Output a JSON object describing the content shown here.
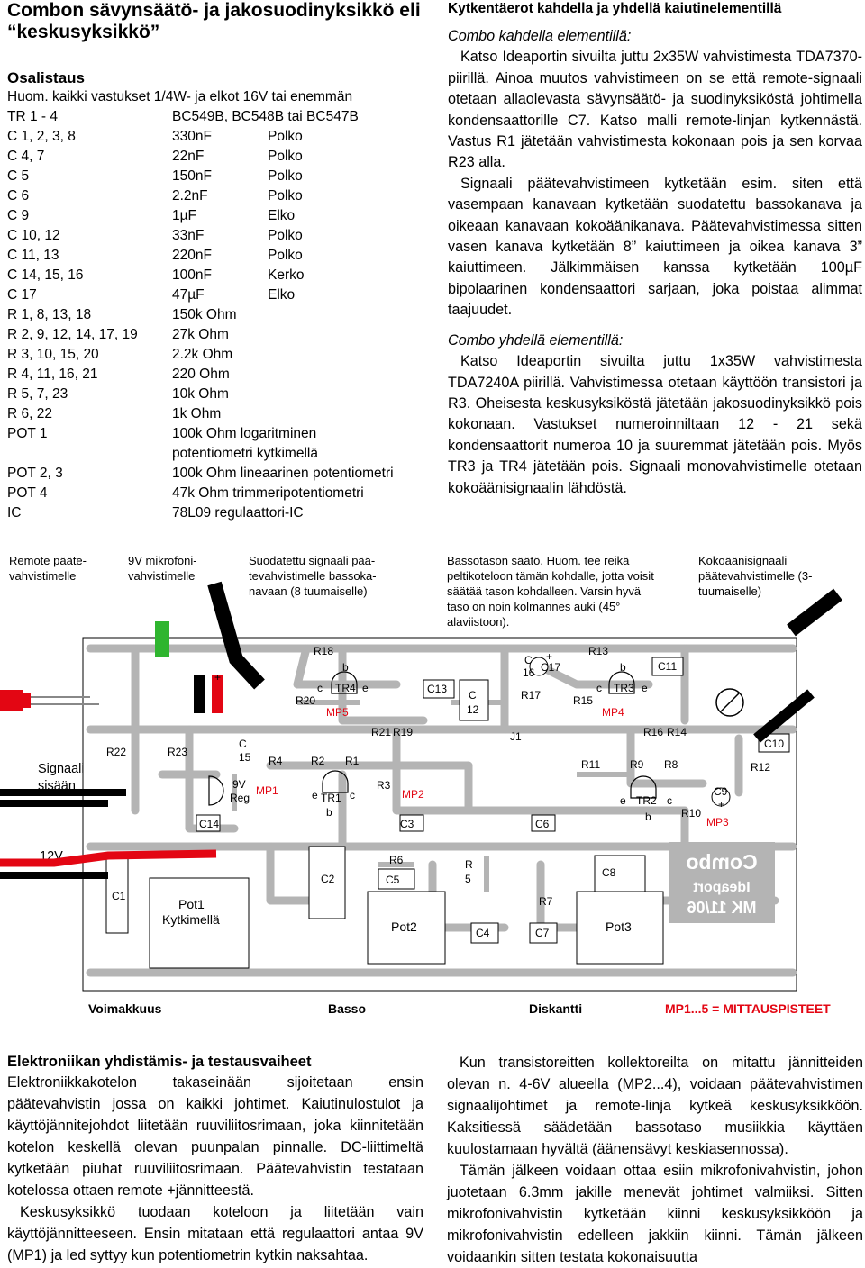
{
  "title": "Combon sävynsäätö- ja jakosuodinyksikkö eli “keskusyksikkö”",
  "parts_list": {
    "heading": "Osalistaus",
    "note": "Huom. kaikki vastukset 1/4W- ja elkot  16V  tai enemmän",
    "rows": [
      {
        "ref": "TR 1 - 4",
        "value": "BC549B, BC548B tai BC547B",
        "type": ""
      },
      {
        "ref": "C 1, 2, 3, 8",
        "value": "330nF",
        "type": "Polko"
      },
      {
        "ref": "C 4, 7",
        "value": "22nF",
        "type": "Polko"
      },
      {
        "ref": "C 5",
        "value": "150nF",
        "type": "Polko"
      },
      {
        "ref": "C 6",
        "value": "2.2nF",
        "type": "Polko"
      },
      {
        "ref": "C 9",
        "value": "1µF",
        "type": "Elko"
      },
      {
        "ref": "C 10, 12",
        "value": "33nF",
        "type": "Polko"
      },
      {
        "ref": "C 11, 13",
        "value": "220nF",
        "type": "Polko"
      },
      {
        "ref": "C 14, 15, 16",
        "value": "100nF",
        "type": "Kerko"
      },
      {
        "ref": "C 17",
        "value": "47µF",
        "type": "Elko"
      },
      {
        "ref": "R 1, 8, 13, 18",
        "value": "150k Ohm",
        "type": ""
      },
      {
        "ref": "R 2, 9, 12, 14, 17, 19",
        "value": "27k Ohm",
        "type": ""
      },
      {
        "ref": "R 3, 10, 15, 20",
        "value": "2.2k Ohm",
        "type": ""
      },
      {
        "ref": "R 4, 11, 16, 21",
        "value": "220 Ohm",
        "type": ""
      },
      {
        "ref": "R 5, 7, 23",
        "value": "10k Ohm",
        "type": ""
      },
      {
        "ref": "R 6, 22",
        "value": "1k Ohm",
        "type": ""
      },
      {
        "ref": "POT 1",
        "value": "100k Ohm logaritminen",
        "value2": "potentiometri kytkimellä",
        "type": ""
      },
      {
        "ref": "POT 2, 3",
        "value": "100k Ohm lineaarinen potentiometri",
        "type": ""
      },
      {
        "ref": "POT 4",
        "value": "47k Ohm trimmeripotentiometri",
        "type": ""
      },
      {
        "ref": "IC",
        "value": "78L09 regulaattori-IC",
        "type": ""
      }
    ]
  },
  "right_column": {
    "heading": "Kytkentäerot kahdella ja yhdellä kaiutinelementillä",
    "sub1": "Combo kahdella elementillä:",
    "para1": "Katso Ideaportin sivuilta juttu 2x35W vahvistimesta TDA7370-piirillä. Ainoa muutos vahvistimeen on se että remote-signaali otetaan allaolevasta sävynsäätö- ja suodinyksiköstä johtimella kondensaattorille C7. Katso malli remote-linjan kytkennästä. Vastus R1 jätetään vahvistimesta kokonaan pois ja sen korvaa R23 alla.",
    "para2": "Signaali päätevahvistimeen kytketään esim. siten että vasempaan kanavaan kytketään suodatettu bassokanava ja oikeaan kanavaan kokoäänikanava. Päätevahvistimessa sitten vasen kanava kytketään 8” kaiuttimeen ja oikea kanava 3” kaiuttimeen. Jälkimmäisen kanssa kytketään 100µF bipolaarinen kondensaattori sarjaan, joka poistaa alimmat taajuudet.",
    "sub2": "Combo yhdellä elementillä:",
    "para3": "Katso Ideaportin sivuilta juttu 1x35W vahvistimesta TDA7240A piirillä. Vahvistimessa otetaan käyttöön transistori ja R3. Oheisesta keskusyksiköstä jätetään jakosuodinyksikkö pois kokonaan. Vastukset numeroinniltaan 12 - 21 sekä kondensaattorit numeroa 10 ja suuremmat jätetään pois. Myös TR3 ja TR4 jätetään pois. Signaali monovahvistimelle otetaan kokoäänisignaalin lähdöstä."
  },
  "captions": {
    "remote": "Remote pääte-vahvistimelle",
    "mic": "9V mikrofoni-vahvistimelle",
    "filtered": "Suodatettu signaali pää-tevahvistimelle bassoka-navaan (8 tuumaiselle)",
    "bass_trim": "Bassotason säätö. Huom. tee reikä peltikoteloon tämän kohdalle, jotta voisit säätää tason kohdalleen. Varsin hyvä taso on noin kolmannes auki (45°  alaviistoon).",
    "full_range": "Kokoäänisignaali päätevahvistimelle (3-tuumaiselle)",
    "signal_in": "Signaali sisään",
    "v12": "12V"
  },
  "pcb": {
    "brand_top": "Combo",
    "brand_mid": "Ideaport",
    "brand_bot": "MK 11/06",
    "labels": {
      "R18": "R18",
      "R13": "R13",
      "C16": "C",
      "C16b": "16",
      "C17": "C17",
      "C11": "C11",
      "TR4": "TR4",
      "TR3": "TR3",
      "R20": "R20",
      "MP5": "MP5",
      "C13": "C13",
      "C12a": "C",
      "C12b": "12",
      "R17": "R17",
      "R15": "R15",
      "MP4": "MP4",
      "R21": "R21",
      "R19": "R19",
      "J1": "J1",
      "R16": "R16",
      "R14": "R14",
      "C10": "C10",
      "R22": "R22",
      "R23": "R23",
      "C15a": "C",
      "C15b": "15",
      "R4": "R4",
      "R2": "R2",
      "R1": "R1",
      "R11": "R11",
      "R9": "R9",
      "R8": "R8",
      "R12": "R12",
      "Reg9V": "9V",
      "Reg": "Reg",
      "MP1": "MP1",
      "TR1": "TR1",
      "R3": "R3",
      "MP2": "MP2",
      "TR2": "TR2",
      "C9": "C9",
      "R10": "R10",
      "MP3": "MP3",
      "C14": "C14",
      "C3": "C3",
      "C6": "C6",
      "R6": "R6",
      "R5a": "R",
      "R5b": "5",
      "C8": "C8",
      "C2": "C2",
      "C5": "C5",
      "C1": "C1",
      "Pot1": "Pot1",
      "Pot1b": "Kytkimellä",
      "Pot2": "Pot2",
      "C4": "C4",
      "R7": "R7",
      "C7": "C7",
      "Pot3": "Pot3"
    },
    "pins": {
      "b": "b",
      "c": "c",
      "e": "e",
      "plus": "+"
    }
  },
  "bottom_labels": {
    "vol": "Voimakkuus",
    "bass": "Basso",
    "treble": "Diskantti",
    "mp": "MP1...5  =  MITTAUSPISTEET"
  },
  "bottom_left": {
    "heading": "Elektroniikan yhdistämis- ja testausvaiheet",
    "para1": "Elektroniikkakotelon takaseinään sijoitetaan ensin päätevahvistin jossa on kaikki johtimet. Kaiutinulostulot ja käyttöjännitejohdot liitetään ruuviliitosrimaan, joka kiinnitetään kotelon keskellä olevan puunpalan pinnalle. DC-liittimeltä kytketään piuhat ruuviliitosrimaan. Päätevahvistin testataan kotelossa ottaen remote +jännitteestä.",
    "para2": "Keskusyksikkö tuodaan koteloon ja liitetään vain käyttöjännitteeseen. Ensin mitataan että regulaattori antaa 9V (MP1) ja led syttyy kun potentiometrin kytkin naksahtaa."
  },
  "bottom_right": {
    "para1": "Kun transistoreitten kollektoreilta on mitattu jännitteiden olevan n. 4-6V alueella (MP2...4), voidaan päätevahvistimen signaalijohtimet ja remote-linja kytkeä keskusyksikköön. Kaksitiessä säädetään bassotaso musiikkia käyttäen kuulostamaan hyvältä (äänensävyt keskiasennossa).",
    "para2": "Tämän jälkeen voidaan ottaa esiin mikrofonivahvistin, johon juotetaan 6.3mm jakille menevät johtimet valmiiksi. Sitten mikrofonivahvistin kytketään kiinni keskusyksikköön ja mikrofonivahvistin edelleen jakkiin kiinni. Tämän jälkeen voidaankin sitten testata kokonaisuutta"
  },
  "colors": {
    "accent_red": "#e30613",
    "green": "#2fb52f",
    "trace": "#b4b4b4"
  }
}
